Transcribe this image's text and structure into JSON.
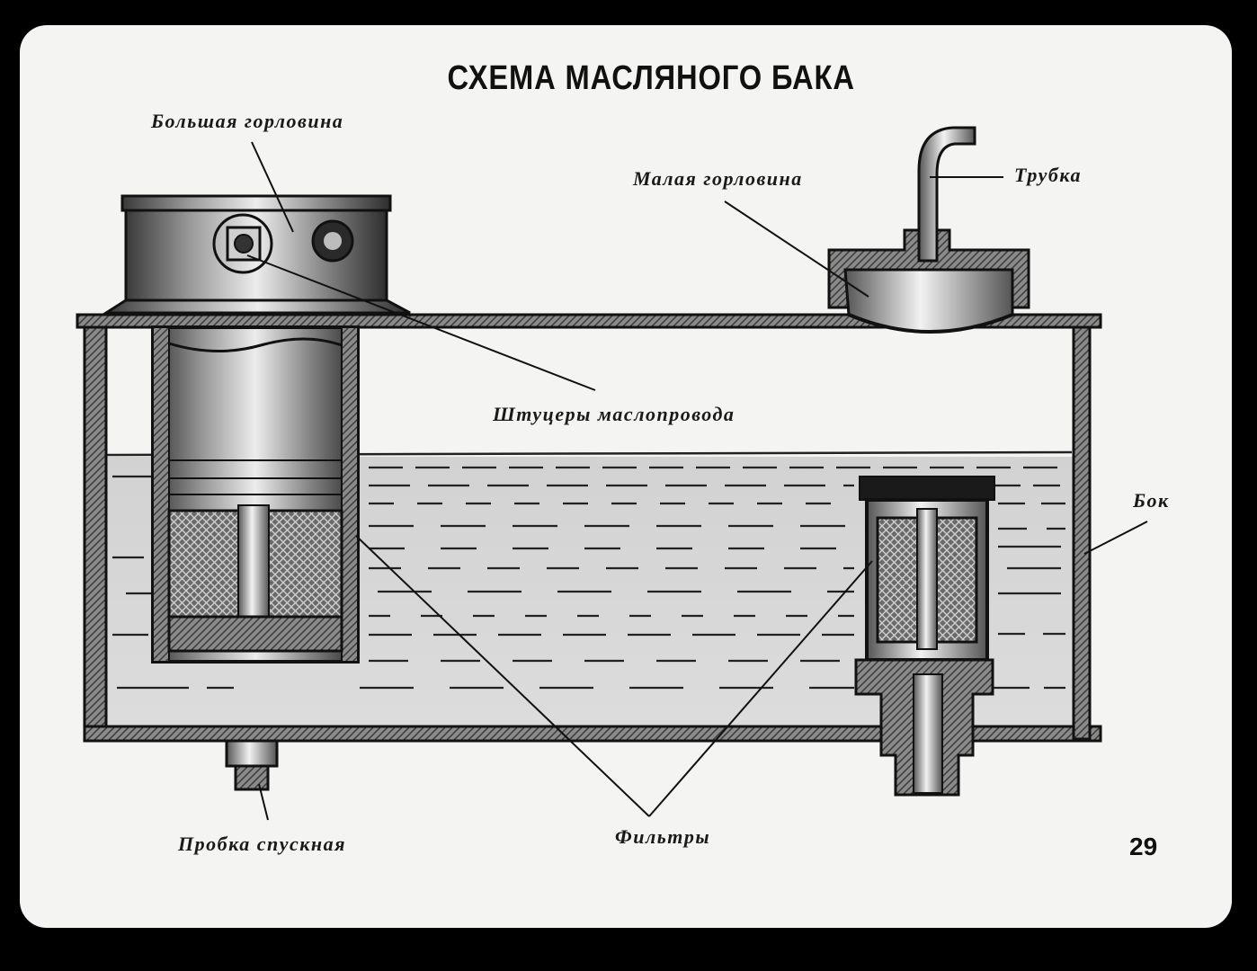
{
  "title": "СХЕМА МАСЛЯНОГО БАКА",
  "labels": {
    "big_neck": "Большая горловина",
    "small_neck": "Малая горловина",
    "tube": "Трубка",
    "fittings": "Штуцеры маслопровода",
    "side": "Бок",
    "drain_plug": "Пробка спускная",
    "filters": "Фильтры"
  },
  "page_number": "29"
}
